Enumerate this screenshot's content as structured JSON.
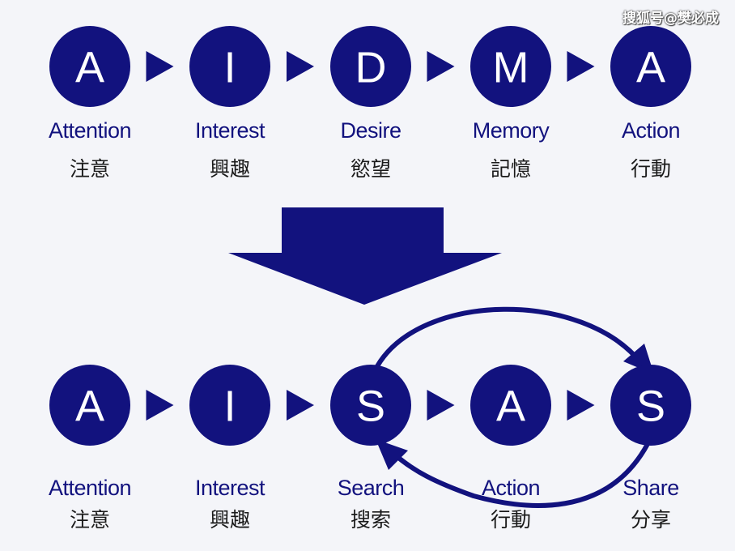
{
  "watermark": "搜狐号@樊必成",
  "colors": {
    "primary": "#12127e",
    "circle_text": "#ffffff",
    "en_label": "#12127e",
    "jp_label": "#1a1a1a",
    "background": "#f4f5f9"
  },
  "aidma": {
    "steps": [
      {
        "letter": "A",
        "en": "Attention",
        "jp": "注意"
      },
      {
        "letter": "I",
        "en": "Interest",
        "jp": "興趣"
      },
      {
        "letter": "D",
        "en": "Desire",
        "jp": "慾望"
      },
      {
        "letter": "M",
        "en": "Memory",
        "jp": "記憶"
      },
      {
        "letter": "A",
        "en": "Action",
        "jp": "行動"
      }
    ]
  },
  "aisas": {
    "steps": [
      {
        "letter": "A",
        "en": "Attention",
        "jp": "注意"
      },
      {
        "letter": "I",
        "en": "Interest",
        "jp": "興趣"
      },
      {
        "letter": "S",
        "en": "Search",
        "jp": "搜索"
      },
      {
        "letter": "A",
        "en": "Action",
        "jp": "行動"
      },
      {
        "letter": "S",
        "en": "Share",
        "jp": "分享"
      }
    ]
  }
}
